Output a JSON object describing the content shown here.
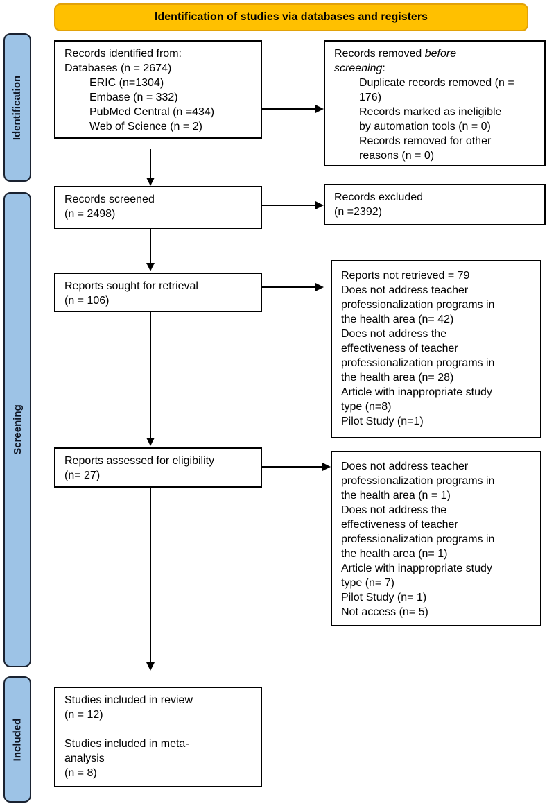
{
  "banner": {
    "label": "Identification of studies via databases and registers"
  },
  "colors": {
    "banner_fill": "#FFC000",
    "banner_border": "#E2A209",
    "stage_fill": "#9DC3E6",
    "stage_border": "#1A2230",
    "box_border": "#000000",
    "arrow": "#000000",
    "text": "#000000"
  },
  "stages": [
    {
      "label": "Identification"
    },
    {
      "label": "Screening"
    },
    {
      "label": "Included"
    }
  ],
  "boxes": {
    "records_identified": {
      "lines": [
        {
          "t": "Records identified from:"
        },
        {
          "t": "Databases (n = 2674)"
        },
        {
          "t": "ERIC (n=1304)",
          "ind": true
        },
        {
          "t": "Embase (n = 332)",
          "ind": true
        },
        {
          "t": "PubMed Central (n =434)",
          "ind": true
        },
        {
          "t": "Web of Science (n = 2)",
          "ind": true
        }
      ]
    },
    "records_removed": {
      "lines": [
        {
          "seg": [
            {
              "t": "Records removed "
            },
            {
              "t": "before",
              "i": true
            }
          ]
        },
        {
          "seg": [
            {
              "t": "screening",
              "i": true
            },
            {
              "t": ":"
            }
          ]
        },
        {
          "t": "Duplicate records removed (n =",
          "ind": true
        },
        {
          "t": "176)",
          "ind": true
        },
        {
          "t": "Records marked as ineligible",
          "ind": true
        },
        {
          "t": "by automation tools (n = 0)",
          "ind": true
        },
        {
          "t": "Records removed for other",
          "ind": true
        },
        {
          "t": "reasons (n = 0)",
          "ind": true
        }
      ]
    },
    "records_screened": {
      "lines": [
        {
          "t": "Records screened"
        },
        {
          "t": "(n = 2498)"
        }
      ]
    },
    "records_excluded": {
      "lines": [
        {
          "t": "Records excluded"
        },
        {
          "t": "(n =2392)"
        }
      ]
    },
    "reports_sought": {
      "lines": [
        {
          "t": "Reports sought for retrieval"
        },
        {
          "t": "(n = 106)"
        }
      ]
    },
    "reports_not_retrieved": {
      "lines": [
        {
          "t": "Reports not retrieved = 79"
        },
        {
          "t": "Does not address teacher"
        },
        {
          "t": "professionalization programs in"
        },
        {
          "t": "the health area (n= 42)"
        },
        {
          "t": "Does not address the"
        },
        {
          "t": "effectiveness of teacher"
        },
        {
          "t": "professionalization programs in"
        },
        {
          "t": "the health area (n= 28)"
        },
        {
          "t": "Article with inappropriate study"
        },
        {
          "t": "type (n=8)"
        },
        {
          "t": "Pilot Study (n=1)"
        }
      ]
    },
    "reports_assessed": {
      "lines": [
        {
          "t": "Reports assessed for eligibility"
        },
        {
          "t": "(n= 27)"
        }
      ]
    },
    "eligibility_excluded": {
      "lines": [
        {
          "t": "Does not address teacher"
        },
        {
          "t": "professionalization programs in"
        },
        {
          "t": "the health area (n = 1)"
        },
        {
          "t": "Does not address the"
        },
        {
          "t": "effectiveness of teacher"
        },
        {
          "t": "professionalization programs in"
        },
        {
          "t": "the health area (n= 1)"
        },
        {
          "t": "Article with inappropriate study"
        },
        {
          "t": "type (n= 7)"
        },
        {
          "t": "Pilot Study (n= 1)"
        },
        {
          "t": "Not access (n= 5)"
        }
      ]
    },
    "studies_included": {
      "lines": [
        {
          "t": "Studies included in review"
        },
        {
          "t": "(n = 12)"
        },
        {
          "t": ""
        },
        {
          "t": "Studies included in meta-"
        },
        {
          "t": "analysis"
        },
        {
          "t": "(n = 8)"
        }
      ]
    }
  }
}
